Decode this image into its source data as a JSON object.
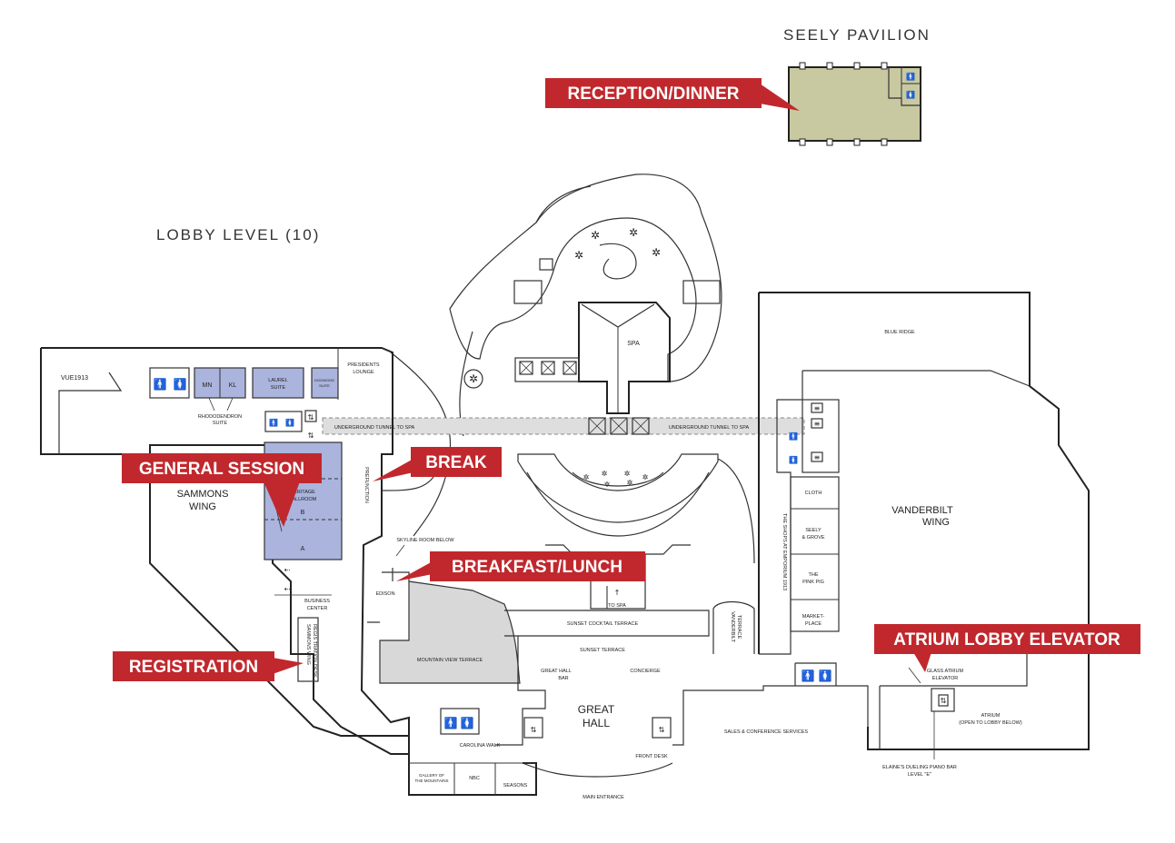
{
  "titles": {
    "pavilion": "SEELY PAVILION",
    "lobby": "LOBBY LEVEL (10)"
  },
  "callouts": {
    "reception": "RECEPTION/DINNER",
    "general_session": "GENERAL SESSION",
    "break": "BREAK",
    "breakfast": "BREAKFAST/LUNCH",
    "registration": "REGISTRATION",
    "atrium_elevator": "ATRIUM LOBBY ELEVATOR"
  },
  "rooms": {
    "vue": "VUE1913",
    "mn": "MN",
    "kl": "KL",
    "rhododendron_1": "RHODODENDRON",
    "rhododendron_2": "SUITE",
    "laurel_1": "LAUREL",
    "laurel_2": "SUITE",
    "dogwood_1": "DOGWOOD",
    "dogwood_2": "SUITE",
    "presidents_1": "PRESIDENTS",
    "presidents_2": "LOUNGE",
    "sammons_1": "SAMMONS",
    "sammons_2": "WING",
    "heritage_1": "HERITAGE",
    "heritage_2": "BALLROOM",
    "heritage_b": "B",
    "heritage_a": "A",
    "prefunction": "PREFUNCTION",
    "tunnel_left": "UNDERGROUND TUNNEL TO SPA",
    "tunnel_right": "UNDERGROUND TUNNEL TO SPA",
    "spa": "SPA",
    "blue_ridge": "BLUE RIDGE",
    "vanderbilt_1": "VANDERBILT",
    "vanderbilt_2": "WING",
    "skyline": "SKYLINE ROOM BELOW",
    "edison": "EDISON",
    "business_1": "BUSINESS",
    "business_2": "CENTER",
    "sammons_desk_1": "SAMMONS WING",
    "sammons_desk_2": "REGIS TRATION DESK",
    "to_spa": "TO SPA",
    "sunset_cocktail": "SUNSET COCKTAIL TERRACE",
    "sunset_terrace": "SUNSET TERRACE",
    "vanderbilt_terrace_1": "VANDERBILT",
    "vanderbilt_terrace_2": "TERRACE",
    "mountain_view": "MOUNTAIN VIEW TERRACE",
    "great_hall_bar_1": "GREAT HALL",
    "great_hall_bar_2": "BAR",
    "concierge": "CONCIERGE",
    "great_hall_1": "GREAT",
    "great_hall_2": "HALL",
    "sales": "SALES & CONFERENCE SERVICES",
    "cloth": "CLOTH",
    "seely_grove_1": "SEELY",
    "seely_grove_2": "& GROVE",
    "pink_pig_1": "THE",
    "pink_pig_2": "PINK PIG",
    "marketplace_1": "MARKET-",
    "marketplace_2": "PLACE",
    "shops": "THE SHOPS AT EMPORIUM 1913",
    "glass_atrium_1": "GLASS ATRIUM",
    "glass_atrium_2": "ELEVATOR",
    "atrium_1": "ATRIUM",
    "atrium_2": "(OPEN TO LOBBY BELOW)",
    "elaines_1": "ELAINE'S DUELING PIANO BAR",
    "elaines_2": "LEVEL \"E\"",
    "carolina_walk": "CAROLINA WALK",
    "gallery_1": "GALLERY OF",
    "gallery_2": "THE MOUNTAINS",
    "nbc": "NBC",
    "seasons": "SEASONS",
    "front_desk": "FRONT DESK",
    "main_entrance": "MAIN ENTRANCE"
  },
  "colors": {
    "callout": "#c0282d",
    "pavilion_fill": "#c8c9a0",
    "meeting_fill": "#aab4dd",
    "tunnel_fill": "#dedede",
    "terrace_fill": "#d8d8d8"
  },
  "icons": {
    "restroom": "restroom-icon",
    "elevator": "elevator-icon",
    "stairs": "stairs-icon",
    "escalator": "escalator-icon",
    "arrow": "arrow-up-icon"
  }
}
